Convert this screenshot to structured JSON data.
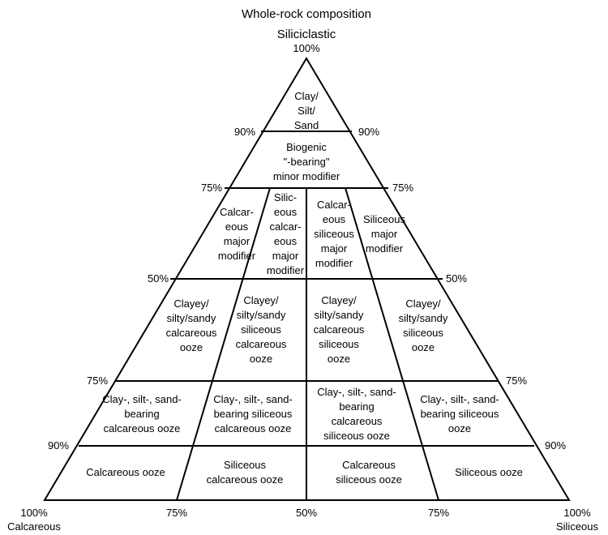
{
  "title": "Whole-rock composition",
  "corners": {
    "top": {
      "name": "Siliciclastic",
      "pct": "100%"
    },
    "left": {
      "name": "Calcareous",
      "pct": "100%"
    },
    "right": {
      "name": "Siliceous",
      "pct": "100%"
    }
  },
  "left_side_ticks": [
    "90%",
    "75%",
    "50%",
    "75%",
    "90%"
  ],
  "right_side_ticks": [
    "90%",
    "75%",
    "50%",
    "75%",
    "90%"
  ],
  "base_ticks": [
    "75%",
    "50%",
    "75%"
  ],
  "regions": {
    "apex": [
      "Clay/",
      "Silt/",
      "Sand"
    ],
    "biogenic": [
      "Biogenic",
      "\"-bearing\"",
      "minor modifier"
    ],
    "calc_major": [
      "Calcar-",
      "eous",
      "major",
      "modifier"
    ],
    "sil_calc_major": [
      "Silic-",
      "eous",
      "calcar-",
      "eous",
      "major",
      "modifier"
    ],
    "calc_sil_major": [
      "Calcar-",
      "eous",
      "siliceous",
      "major",
      "modifier"
    ],
    "sil_major": [
      "Siliceous",
      "major",
      "modifier"
    ],
    "ooze_1": [
      "Clayey/",
      "silty/sandy",
      "calcareous",
      "ooze"
    ],
    "ooze_2": [
      "Clayey/",
      "silty/sandy",
      "siliceous",
      "calcareous",
      "ooze"
    ],
    "ooze_3": [
      "Clayey/",
      "silty/sandy",
      "calcareous",
      "siliceous",
      "ooze"
    ],
    "ooze_4": [
      "Clayey/",
      "silty/sandy",
      "siliceous",
      "ooze"
    ],
    "bearing_1": [
      "Clay-, silt-, sand-",
      "bearing",
      "calcareous ooze"
    ],
    "bearing_2": [
      "Clay-, silt-, sand-",
      "bearing siliceous",
      "calcareous ooze"
    ],
    "bearing_3": [
      "Clay-, silt-, sand-",
      "bearing",
      "calcareous",
      "siliceous ooze"
    ],
    "bearing_4": [
      "Clay-, silt-, sand-",
      "bearing siliceous",
      "ooze"
    ],
    "base_1": [
      "Calcareous ooze"
    ],
    "base_2": [
      "Siliceous",
      "calcareous ooze"
    ],
    "base_3": [
      "Calcareous",
      "siliceous ooze"
    ],
    "base_4": [
      "Siliceous ooze"
    ]
  }
}
